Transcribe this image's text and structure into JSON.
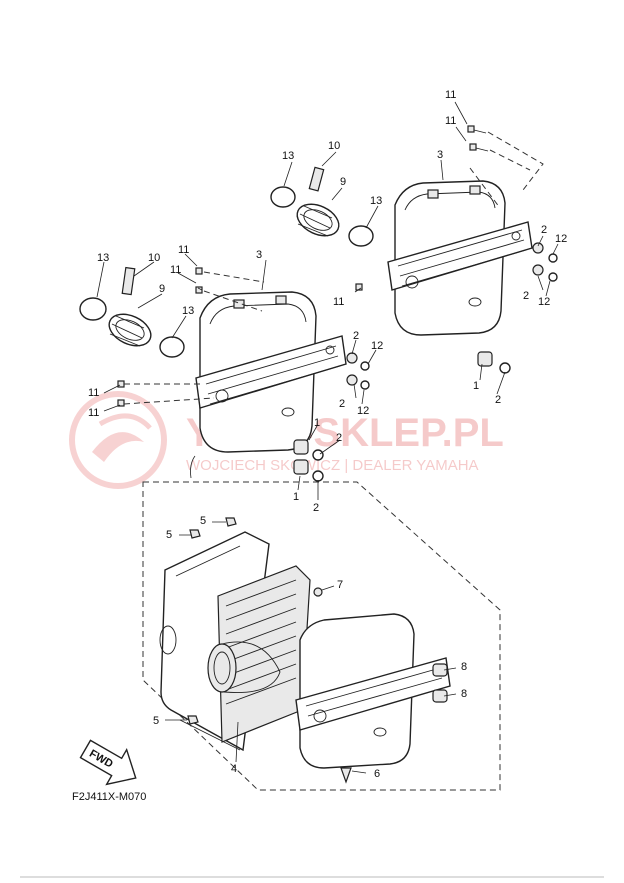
{
  "diagram_code": "F2J411X-M070",
  "fwd_label": "FWD",
  "watermark": {
    "line1": "YAMA-SKLEP.PL",
    "line2": "WOJCIECH SKOWICZ | DEALER YAMAHA",
    "color": "#e46a6a"
  },
  "callouts": {
    "c1": "1",
    "c2": "2",
    "c3": "3",
    "c4": "4",
    "c5": "5",
    "c6": "6",
    "c7": "7",
    "c8": "8",
    "c9": "9",
    "c10": "10",
    "c11": "11",
    "c12": "12",
    "c13": "13"
  }
}
